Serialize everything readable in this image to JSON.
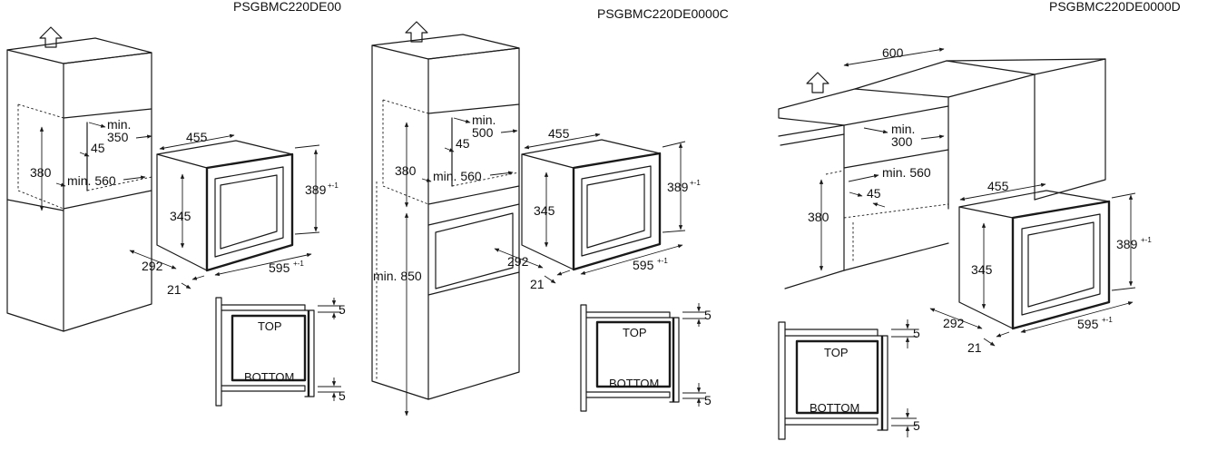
{
  "titles": {
    "a": "PSGBMC220DE00",
    "b": "PSGBMC220DE0000C",
    "c": "PSGBMC220DE0000D"
  },
  "dims": {
    "w600": "600",
    "d455": "455",
    "h345": "345",
    "h389": "389",
    "tol": "+-1",
    "w595": "595",
    "d292": "292",
    "d21": "21",
    "h380": "380",
    "m45": "45",
    "min": "min.",
    "v350": "350",
    "v500": "500",
    "v300": "300",
    "min560": "min. 560",
    "min850": "min. 850",
    "gap5": "5"
  },
  "labels": {
    "top": "TOP",
    "bottom": "BOTTOM"
  }
}
